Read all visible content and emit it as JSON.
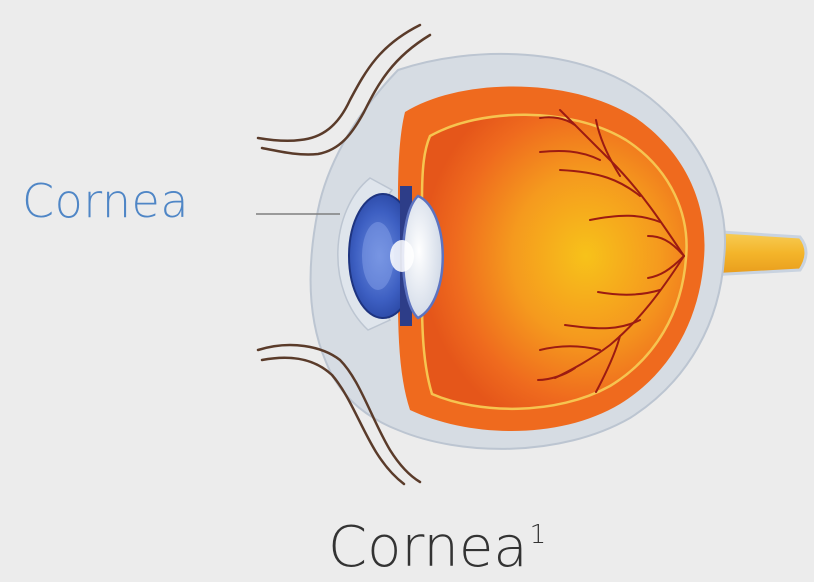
{
  "label": {
    "text": "Cornea",
    "color": "#4f86c6"
  },
  "caption": {
    "text": "Cornea",
    "superscript": "1",
    "color": "#333333"
  },
  "colors": {
    "background": "#ececec",
    "sclera": "#d6dce3",
    "choroid_orange": "#ef6a1e",
    "vitreous_center": "#f7c21a",
    "vessels": "#9c1b12",
    "iris_blue": "#2d4fb0",
    "optic_nerve": "#f5bb36",
    "eyelash": "#5a3b2a",
    "leader_line": "#7f7f7f"
  }
}
